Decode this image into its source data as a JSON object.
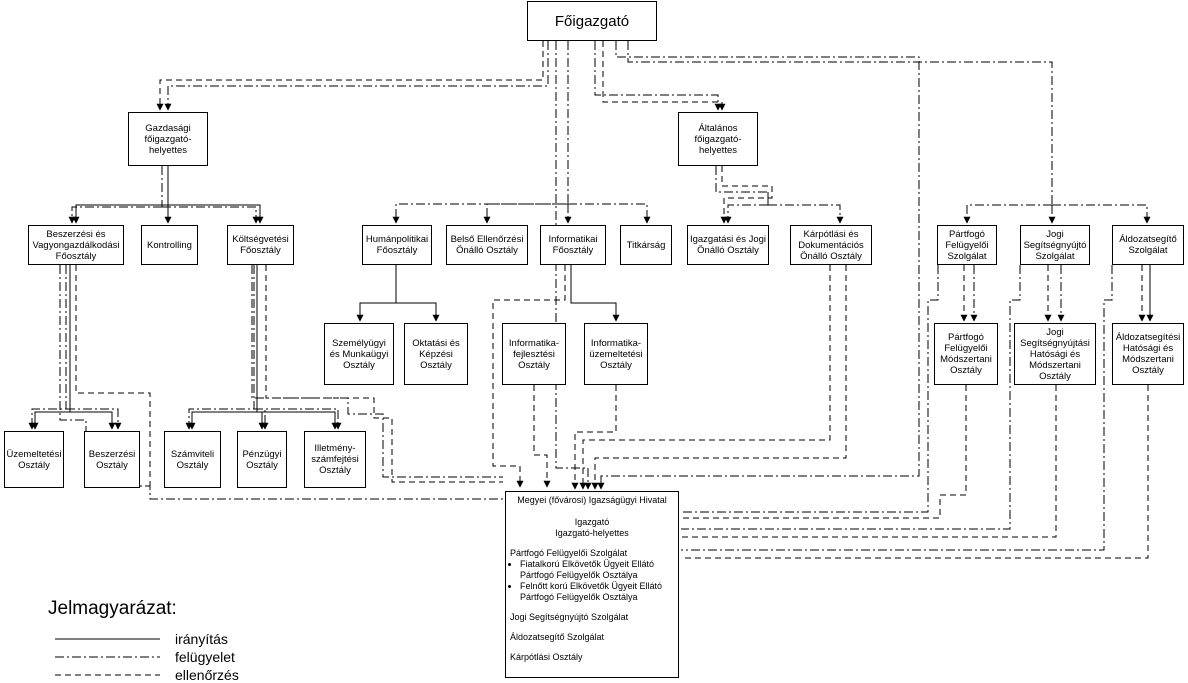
{
  "nodes": {
    "foigazgato": "Főigazgató",
    "gazdasagi": [
      "Gazdasági",
      "főigazgató-",
      "helyettes"
    ],
    "altalanos": [
      "Általános",
      "főigazgató-",
      "helyettes"
    ],
    "beszerzesi_fo": [
      "Beszerzési és",
      "Vagyongazdálkodási",
      "Főosztály"
    ],
    "kontrolling": [
      "Kontrolling"
    ],
    "koltsegvetesi": [
      "Költségvetési",
      "Főosztály"
    ],
    "humanpolitikai": [
      "Humánpolitikai",
      "Főosztály"
    ],
    "belso": [
      "Belső Ellenőrzési",
      "Önálló Osztály"
    ],
    "informatikai": [
      "Informatikai",
      "Főosztály"
    ],
    "titkarsag": [
      "Titkárság"
    ],
    "igazgatasi": [
      "Igazgatási és Jogi",
      "Önálló Osztály"
    ],
    "karpotlasi": [
      "Kárpótlási és",
      "Dokumentációs",
      "Önálló Osztály"
    ],
    "partfogo_sz": [
      "Pártfogó",
      "Felügyelői",
      "Szolgálat"
    ],
    "jogi_sz": [
      "Jogi",
      "Segítségnyújtó",
      "Szolgálat"
    ],
    "aldozat_sz": [
      "Áldozatsegítő",
      "Szolgálat"
    ],
    "szemelyugyi": [
      "Személyügyi",
      "és Munkaügyi",
      "Osztály"
    ],
    "oktatasi": [
      "Oktatási és",
      "Képzési",
      "Osztály"
    ],
    "inf_fejl": [
      "Informatika-",
      "fejlesztési",
      "Osztály"
    ],
    "inf_uzem": [
      "Informatika-",
      "üzemeltetési",
      "Osztály"
    ],
    "partfogo_mod": [
      "Pártfogó",
      "Felügyelői",
      "Módszertani",
      "Osztály"
    ],
    "jogi_mod": [
      "Jogi",
      "Segítségnyújtási",
      "Hatósági és",
      "Módszertani",
      "Osztály"
    ],
    "aldozat_mod": [
      "Áldozatsegítési",
      "Hatósági és",
      "Módszertani",
      "Osztály"
    ],
    "uzemeltetesi": [
      "Üzemeltetési",
      "Osztály"
    ],
    "beszerzesi_o": [
      "Beszerzési",
      "Osztály"
    ],
    "szamviteli": [
      "Számviteli",
      "Osztály"
    ],
    "penzugyi": [
      "Pénzügyi",
      "Osztály"
    ],
    "illetmeny": [
      "Illetmény-",
      "számfejtési",
      "Osztály"
    ]
  },
  "hivatal": {
    "title": "Megyei (fővárosi) Igazságügyi Hivatal",
    "igazgato": "Igazgató",
    "helyettes": "Igazgató-helyettes",
    "partfogo": "Pártfogó Felügyelői Szolgálat",
    "bullets": [
      "Fiatalkorú Elkövetők Ügyeit Ellátó Pártfogó Felügyelők Osztálya",
      "Felnőtt korú Elkövetők Ügyeit Ellátó Pártfogó Felügyelők Osztálya"
    ],
    "jogi": "Jogi Segítségnyújtó Szolgálat",
    "aldozat": "Áldozatsegítő Szolgálat",
    "karpotlasi": "Kárpótlási Osztály"
  },
  "legend": {
    "title": "Jelmagyarázat:",
    "items": [
      {
        "style": "solid",
        "label": "irányítás"
      },
      {
        "style": "dash-dot",
        "label": "felügyelet"
      },
      {
        "style": "dashed",
        "label": "ellenőrzés"
      }
    ]
  }
}
